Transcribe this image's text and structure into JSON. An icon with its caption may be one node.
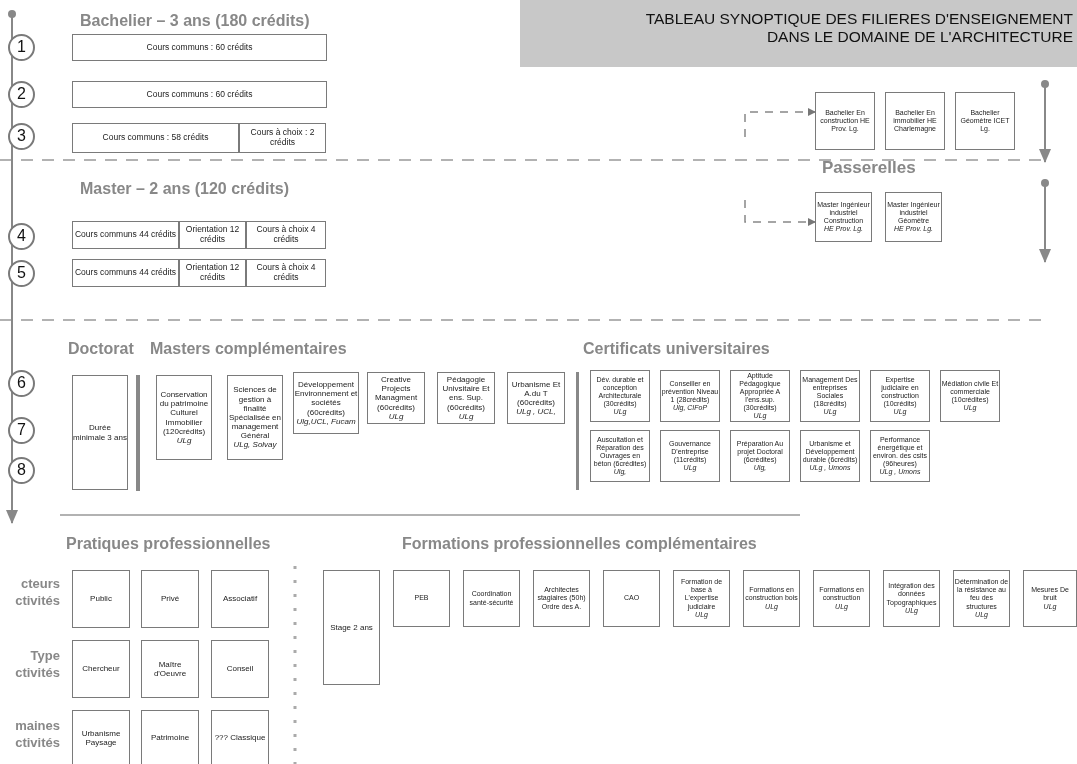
{
  "diagram": {
    "title": "TABLEAU SYNOPTIQUE DES FILIERES D'ENSEIGNEMENT DANS LE DOMAINE DE L'ARCHITECTURE",
    "nodes": [
      {
        "text": [
          "1"
        ]
      },
      {
        "text": [
          "Cours communs : 60 crédits"
        ]
      },
      {
        "text": [
          "2"
        ]
      },
      {
        "text": [
          "Cours communs : 60 crédits"
        ]
      },
      {
        "text": [
          "3"
        ]
      },
      {
        "text": [
          "Cours communs : 58 crédits"
        ]
      },
      {
        "text": [
          "Cours à choix : 2 crédits"
        ]
      },
      {
        "text": [
          "Bachelier En construction HE Prov. Lg."
        ]
      },
      {
        "text": [
          "Bachelier En immobilier HE Charlemagne"
        ]
      },
      {
        "text": [
          "Bachelier Géomètre ICET Lg."
        ]
      },
      {
        "text": [
          "Master Ingénieur industriel Construction",
          "HE Prov. Lg."
        ]
      },
      {
        "text": [
          "Master Ingénieur industriel Géomètre",
          "HE Prov. Lg."
        ]
      },
      {
        "text": [
          "4"
        ]
      },
      {
        "text": [
          "Cours communs 44 crédits"
        ]
      },
      {
        "text": [
          "Orientation 12 crédits"
        ]
      },
      {
        "text": [
          "Cours à choix 4 crédits"
        ]
      },
      {
        "text": [
          "5"
        ]
      },
      {
        "text": [
          "Cours communs 44 crédits"
        ]
      },
      {
        "text": [
          "Orientation 12 crédits"
        ]
      },
      {
        "text": [
          "Cours à choix 4 crédits"
        ]
      },
      {
        "text": [
          "6"
        ]
      },
      {
        "text": [
          "7"
        ]
      },
      {
        "text": [
          "8"
        ]
      },
      {
        "text": [
          "Durée minimale 3 ans"
        ]
      },
      {
        "text": [
          "Conservation du patrimoine Culturel Immobilier (120crédits)",
          "ULg"
        ]
      },
      {
        "text": [
          "Sciences de gestion à finalité Spécialisée en management Général",
          "ULg, Solvay"
        ]
      },
      {
        "text": [
          "Développement Environnement et sociétés (60crédits)",
          "Ulg,UCL, Fucam"
        ]
      },
      {
        "text": [
          "Creative Projects Managment (60crédits)",
          "ULg"
        ]
      },
      {
        "text": [
          "Pédagogie Univsitaire Et ens. Sup. (60crédits)",
          "ULg"
        ]
      },
      {
        "text": [
          "Urbanisme Et A.du T (60crédits)",
          "ULg , UCL,"
        ]
      },
      {
        "text": [
          "Dév. durable et conception Architecturale (30crédits)",
          "ULg"
        ]
      },
      {
        "text": [
          "Conseiller en prévention Niveau 1 (28crédits)",
          "Ulg, CIFoP"
        ]
      },
      {
        "text": [
          "Aptitude Pédagogique Appropriée A l'ens.sup. (30crédits)",
          "ULg"
        ]
      },
      {
        "text": [
          "Management Des entreprises Sociales (18crédits)",
          "ULg"
        ]
      },
      {
        "text": [
          "Expertise judiciaire en construction (10crédits)",
          "ULg"
        ]
      },
      {
        "text": [
          "Médiation civile Et commerciale (10crédites)",
          "ULg"
        ]
      },
      {
        "text": [
          "Auscultation et Réparation des Ouvrages en béton (6crédites)",
          "Ulg,"
        ]
      },
      {
        "text": [
          "Gouvernance D'entreprise (11crédits)",
          "ULg"
        ]
      },
      {
        "text": [
          "Préparation Au projet Doctoral (6crédites)",
          "Ulg,"
        ]
      },
      {
        "text": [
          "Urbanisme et Développement durable (6crédits)",
          "ULg , Umons"
        ]
      },
      {
        "text": [
          "Performance énergétique et environ. des csits (96heures)",
          "ULg , Umons"
        ]
      },
      {
        "text": [
          "Public"
        ]
      },
      {
        "text": [
          "Privé"
        ]
      },
      {
        "text": [
          "Associatif"
        ]
      },
      {
        "text": [
          "Stage 2 ans"
        ]
      },
      {
        "text": [
          "PEB"
        ]
      },
      {
        "text": [
          "Coordination santé-sécurité"
        ]
      },
      {
        "text": [
          "Architectes stagiaires (50h) Ordre des A."
        ]
      },
      {
        "text": [
          "CAO"
        ]
      },
      {
        "text": [
          "Formation de base à L'expertise judiciaire",
          "ULg"
        ]
      },
      {
        "text": [
          "Formations en construction bois",
          "ULg"
        ]
      },
      {
        "text": [
          "Formations en construction",
          "ULg"
        ]
      },
      {
        "text": [
          "Intégration des données Topographiques",
          "ULg"
        ]
      },
      {
        "text": [
          "Détermination de la résistance au feu des structures",
          "ULg"
        ]
      },
      {
        "text": [
          "Mesures De bruit",
          "ULg"
        ]
      },
      {
        "text": [
          "Chercheur"
        ]
      },
      {
        "text": [
          "Maître d'Oeuvre"
        ]
      },
      {
        "text": [
          "Conseil"
        ]
      },
      {
        "text": [
          "Urbanisme Paysage"
        ]
      },
      {
        "text": [
          "Patrimoine"
        ]
      },
      {
        "text": [
          "??? Classique"
        ]
      }
    ],
    "edges": [
      {
        "from": null,
        "to": 7,
        "arrow": "to",
        "style": "dashed"
      },
      {
        "from": null,
        "to": 10,
        "arrow": "to",
        "style": "dashed"
      }
    ],
    "labels": [
      "Bachelier – 3 ans (180 crédits)",
      "Passerelles",
      "Master – 2 ans (120 crédits)",
      "Doctorat",
      "Masters complémentaires",
      "Certificats universitaires",
      "Pratiques professionnelles",
      "Formations professionnelles complémentaires",
      "cteurs ctivités",
      "Type ctivités",
      "maines ctivités"
    ]
  }
}
